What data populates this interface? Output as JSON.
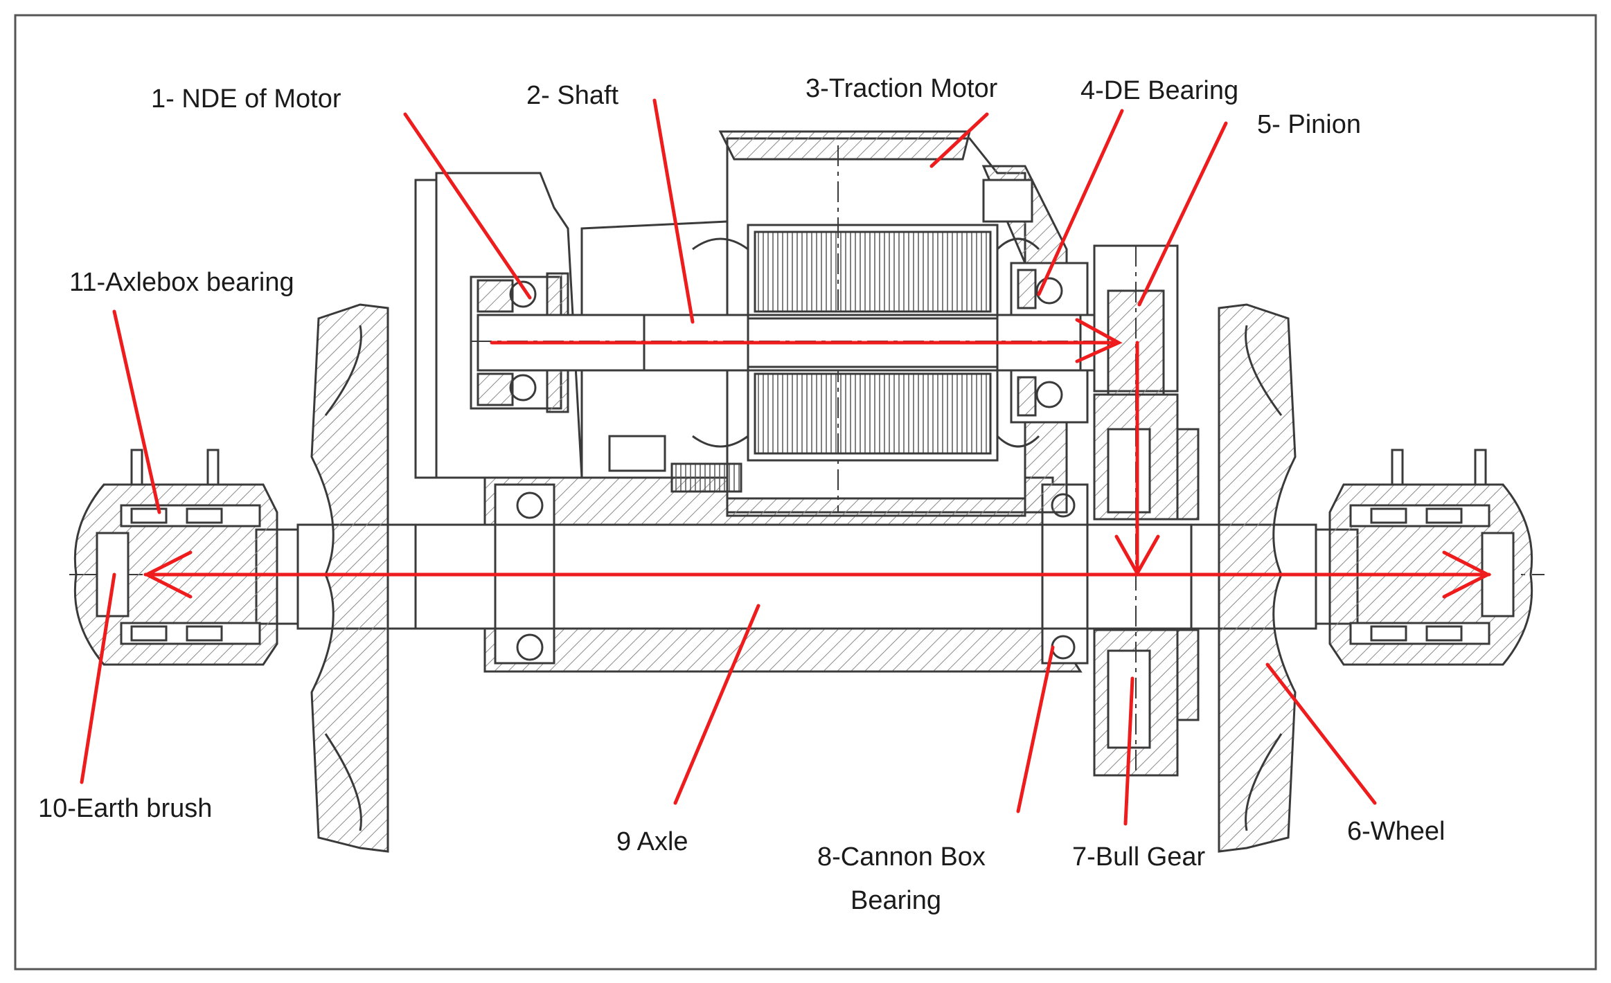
{
  "colors": {
    "drawing": "#3a3a3a",
    "hatch": "#8a8a8a",
    "callout": "#ee1c1c",
    "text": "#1a1a1a",
    "frame": "#555555"
  },
  "labels": {
    "nde_of_motor": "1- NDE of Motor",
    "shaft": "2- Shaft",
    "traction_motor": "3-Traction Motor",
    "de_bearing": "4-DE Bearing",
    "pinion": "5- Pinion",
    "wheel": "6-Wheel",
    "bull_gear": "7-Bull Gear",
    "cannon_box_bearing_line1": "8-Cannon Box",
    "cannon_box_bearing_line2": "Bearing",
    "axle": "9 Axle",
    "earth_brush": "10-Earth brush",
    "axlebox_bearing": "11-Axlebox bearing"
  }
}
